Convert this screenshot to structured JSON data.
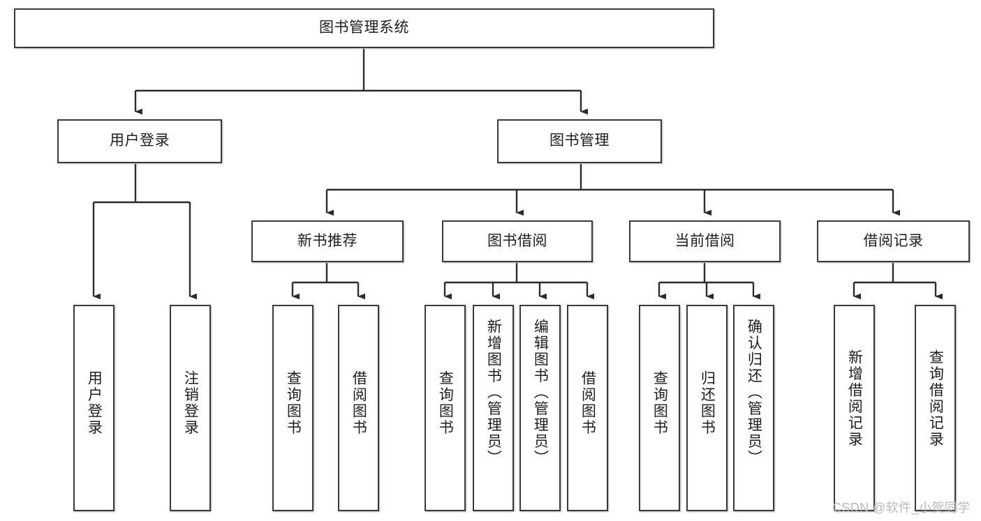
{
  "diagram": {
    "type": "tree",
    "title": "图书管理系统",
    "watermark": "CSDN @软件_小贺同学",
    "colors": {
      "box_border": "#3a3a3a",
      "box_fill": "#ffffff",
      "connector": "#2b2b2b",
      "text": "#1d1d1d",
      "watermark": "#b8b8b8"
    },
    "nodes": {
      "root": {
        "label": "图书管理系统"
      },
      "level2": [
        {
          "label": "用户登录"
        },
        {
          "label": "图书管理"
        }
      ],
      "level3": [
        {
          "label": "新书推荐"
        },
        {
          "label": "图书借阅"
        },
        {
          "label": "当前借阅"
        },
        {
          "label": "借阅记录"
        }
      ],
      "leaves": {
        "user_login": [
          {
            "label": "用户登录"
          },
          {
            "label": "注销登录"
          }
        ],
        "new_book_recommend": [
          {
            "label": "查询图书"
          },
          {
            "label": "借阅图书"
          }
        ],
        "book_borrow": [
          {
            "label": "查询图书"
          },
          {
            "label": "新增图书（管理员）"
          },
          {
            "label": "编辑图书（管理员）"
          },
          {
            "label": "借阅图书"
          }
        ],
        "current_borrow": [
          {
            "label": "查询图书"
          },
          {
            "label": "归还图书"
          },
          {
            "label": "确认归还（管理员）"
          }
        ],
        "borrow_record": [
          {
            "label": "新增借阅记录"
          },
          {
            "label": "查询借阅记录"
          }
        ]
      }
    }
  }
}
